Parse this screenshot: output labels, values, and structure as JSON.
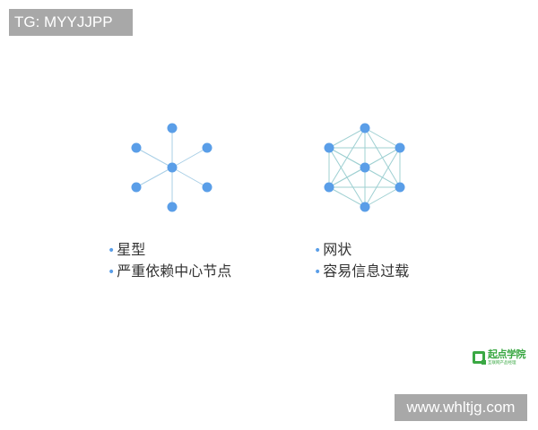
{
  "watermarks": {
    "top": "TG: MYYJJPP",
    "bottom": "www.whltjg.com"
  },
  "colors": {
    "node": "#5a9ee8",
    "edge": "#a9cfe6",
    "mesh_edge": "#9fd0d2",
    "logo": "#3aa843"
  },
  "star": {
    "caption": [
      "星型",
      "严重依赖中心节点"
    ]
  },
  "mesh": {
    "caption": [
      "网状",
      "容易信息过载"
    ]
  },
  "logo": {
    "name": "起点学院",
    "sub": "互联网产品经理"
  }
}
